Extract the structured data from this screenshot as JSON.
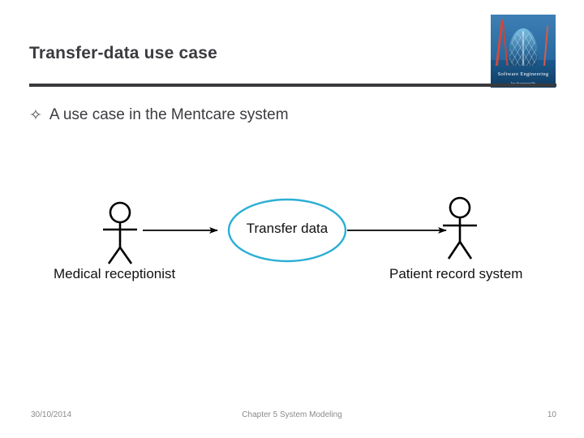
{
  "slide": {
    "title": "Transfer-data use case",
    "bullet_glyph": "✧",
    "bullet_text": "A use case in the Mentcare system"
  },
  "book_cover": {
    "title": "Software Engineering",
    "author": "Ian Sommerville",
    "alt": "software-engineering-book-cover"
  },
  "diagram": {
    "type": "uml-use-case",
    "actors": [
      {
        "id": "medical-receptionist",
        "label": "Medical receptionist",
        "side": "left"
      },
      {
        "id": "patient-record-system",
        "label": "Patient record system",
        "side": "right"
      }
    ],
    "use_case": {
      "id": "transfer-data",
      "label": "Transfer data"
    },
    "associations": [
      {
        "from": "medical-receptionist",
        "to": "transfer-data",
        "arrow": "filled"
      },
      {
        "from": "transfer-data",
        "to": "patient-record-system",
        "arrow": "filled"
      }
    ],
    "colors": {
      "ellipse_stroke": "#2BAFD4",
      "line": "#000000",
      "text": "#111111"
    }
  },
  "footer": {
    "date": "30/10/2014",
    "chapter": "Chapter 5 System Modeling",
    "page": "10"
  },
  "theme": {
    "background": "#FFFFFF",
    "title_color": "#3B3B40",
    "rule_color": "#3A3A3D",
    "footer_color": "#8A8A8F"
  }
}
